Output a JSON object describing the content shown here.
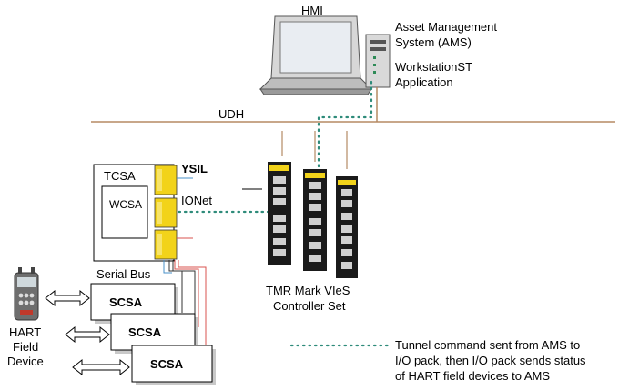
{
  "hmi": {
    "label": "HMI"
  },
  "ams": {
    "line1": "Asset Management",
    "line2": "System (AMS)"
  },
  "workstation": {
    "line1": "WorkstationST",
    "line2": "Application"
  },
  "udh": {
    "label": "UDH"
  },
  "tcsa": {
    "label": "TCSA"
  },
  "wcsa": {
    "label": "WCSA"
  },
  "ysil": {
    "label": "YSIL"
  },
  "ionet": {
    "label": "IONet"
  },
  "serial_bus": {
    "label": "Serial Bus"
  },
  "scsa": {
    "label": "SCSA"
  },
  "hart": {
    "line1": "HART",
    "line2": "Field",
    "line3": "Device"
  },
  "controller": {
    "line1": "TMR Mark VIeS",
    "line2": "Controller Set"
  },
  "legend": {
    "line1": "Tunnel command sent from AMS to",
    "line2": "I/O pack, then I/O pack sends status",
    "line3": "of HART field devices to AMS"
  },
  "colors": {
    "udh_line": "#b58a63",
    "tunnel_dots": "#2e8b7a",
    "pack_yellow": "#f2d31a",
    "red_wire": "#d9534f",
    "blue_wire": "#4a90c8"
  }
}
